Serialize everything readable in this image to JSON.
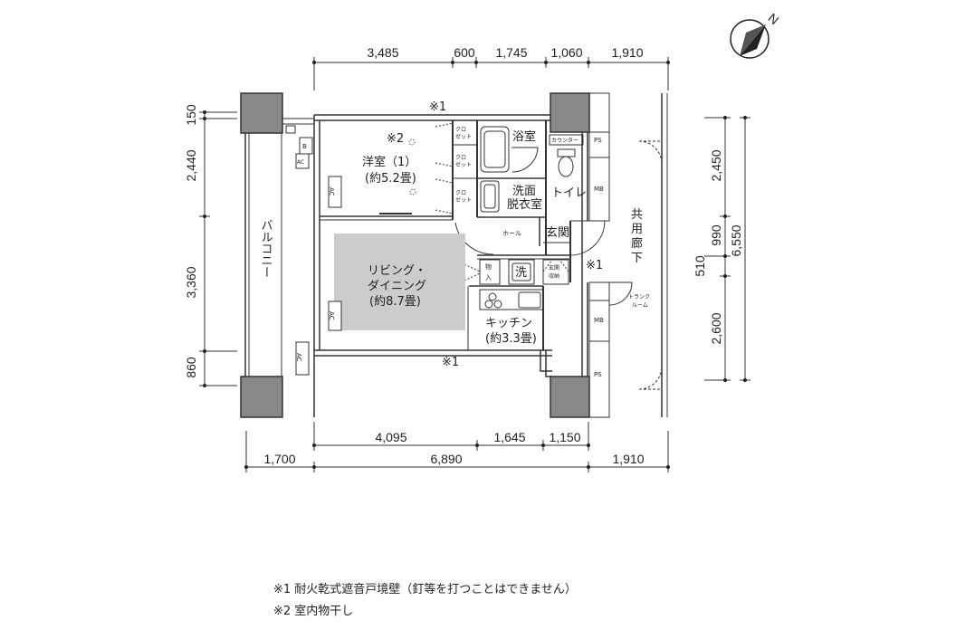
{
  "compass": {
    "label": "N"
  },
  "dims_top": [
    "3,485",
    "600",
    "1,745",
    "1,060",
    "1,910"
  ],
  "dims_bottom_inner": [
    "4,095",
    "1,645",
    "1,150"
  ],
  "dims_bottom_outer": [
    "1,700",
    "6,890",
    "1,910"
  ],
  "dims_left": [
    "150",
    "2,440",
    "3,360",
    "860"
  ],
  "dims_right_inner": [
    "2,450",
    "990",
    "510",
    "2,600"
  ],
  "dims_right_total": "6,550",
  "wall_marks": {
    "top": "※1",
    "bottom": "※1",
    "right": "※1"
  },
  "rooms": {
    "western": {
      "name": "洋室（1）",
      "size": "(約5.2畳)",
      "mark": "※2"
    },
    "living": {
      "line1": "リビング・",
      "line2": "ダイニング",
      "size": "(約8.7畳)"
    },
    "kitchen": {
      "name": "キッチン",
      "size": "(約3.3畳)"
    },
    "bath": "浴室",
    "washroom_line1": "洗面",
    "washroom_line2": "脱衣室",
    "toilet": "トイレ",
    "counter": "カウンター",
    "hall": "ホール",
    "entrance": "玄関",
    "storage_line1": "物",
    "storage_line2": "入",
    "washer": "洗",
    "shoe_line1": "玄関",
    "shoe_line2": "収納",
    "balcony": "バルコニー",
    "corridor": [
      "共",
      "用",
      "廊",
      "下"
    ],
    "trunk_line1": "トランク",
    "trunk_line2": "ルーム"
  },
  "closet": {
    "line1": "クロ",
    "line2": "ゼット"
  },
  "equipment": {
    "ps": "PS",
    "mb": "MB",
    "ac": "AC",
    "b": "B"
  },
  "notes": [
    "※1 耐火乾式遮音戸境壁（釘等を打つことはできません）",
    "※2 室内物干し"
  ]
}
